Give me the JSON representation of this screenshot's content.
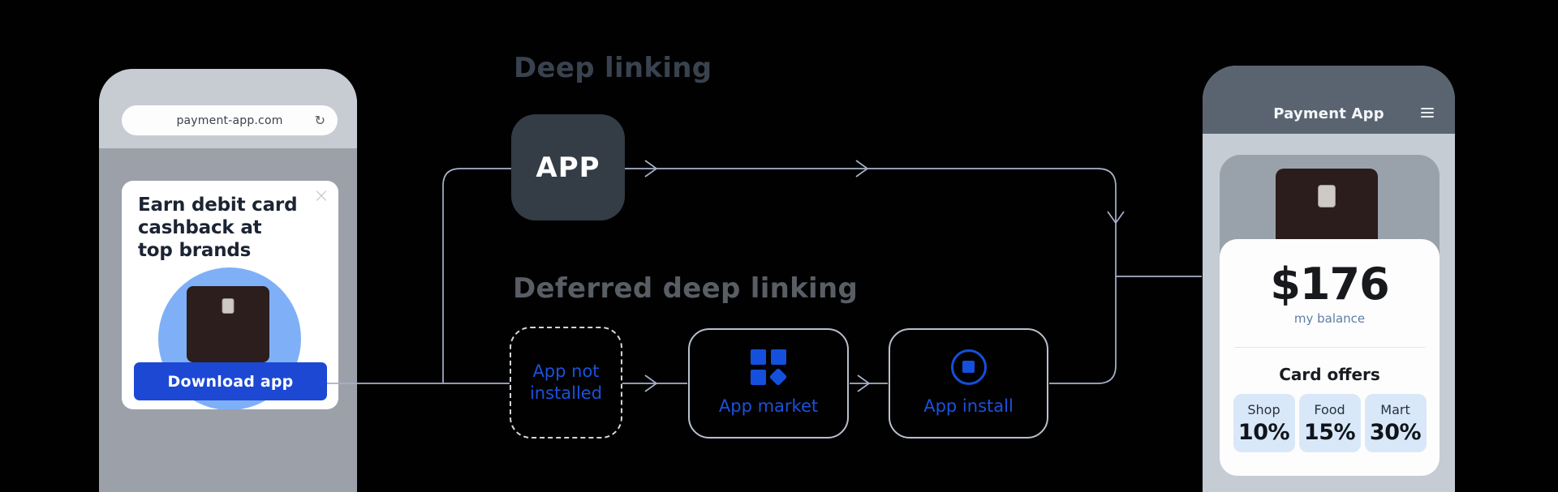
{
  "colors": {
    "background": "#010101",
    "accent_blue": "#1b51dd",
    "button_blue": "#1c48d4",
    "icon_blue": "#1450dc",
    "connector_line": "#a7b1c9",
    "deep_title": "#39424f",
    "deferred_title": "#595e65",
    "app_box_bg": "#343c45",
    "circle_blue": "#7fb0f7",
    "offer_tile_bg": "#d9e8f8",
    "right_header_bg": "#5a6471"
  },
  "left_phone": {
    "url": "payment-app.com",
    "reload_icon": "↻",
    "banner": {
      "close_icon": "×",
      "title": "Earn debit card\ncashback at\ntop brands",
      "button_label": "Download app"
    }
  },
  "diagram": {
    "deep_linking_title": "Deep linking",
    "deferred_deep_linking_title": "Deferred deep linking",
    "app_box_label": "APP",
    "app_not_installed_label": "App not\ninstalled",
    "app_market_label": "App market",
    "app_install_label": "App install"
  },
  "right_phone": {
    "header_title": "Payment App",
    "balance": "$176",
    "balance_caption": "my balance",
    "offers_title": "Card offers",
    "offers": [
      {
        "label": "Shop",
        "value": "10%"
      },
      {
        "label": "Food",
        "value": "15%"
      },
      {
        "label": "Mart",
        "value": "30%"
      }
    ]
  }
}
